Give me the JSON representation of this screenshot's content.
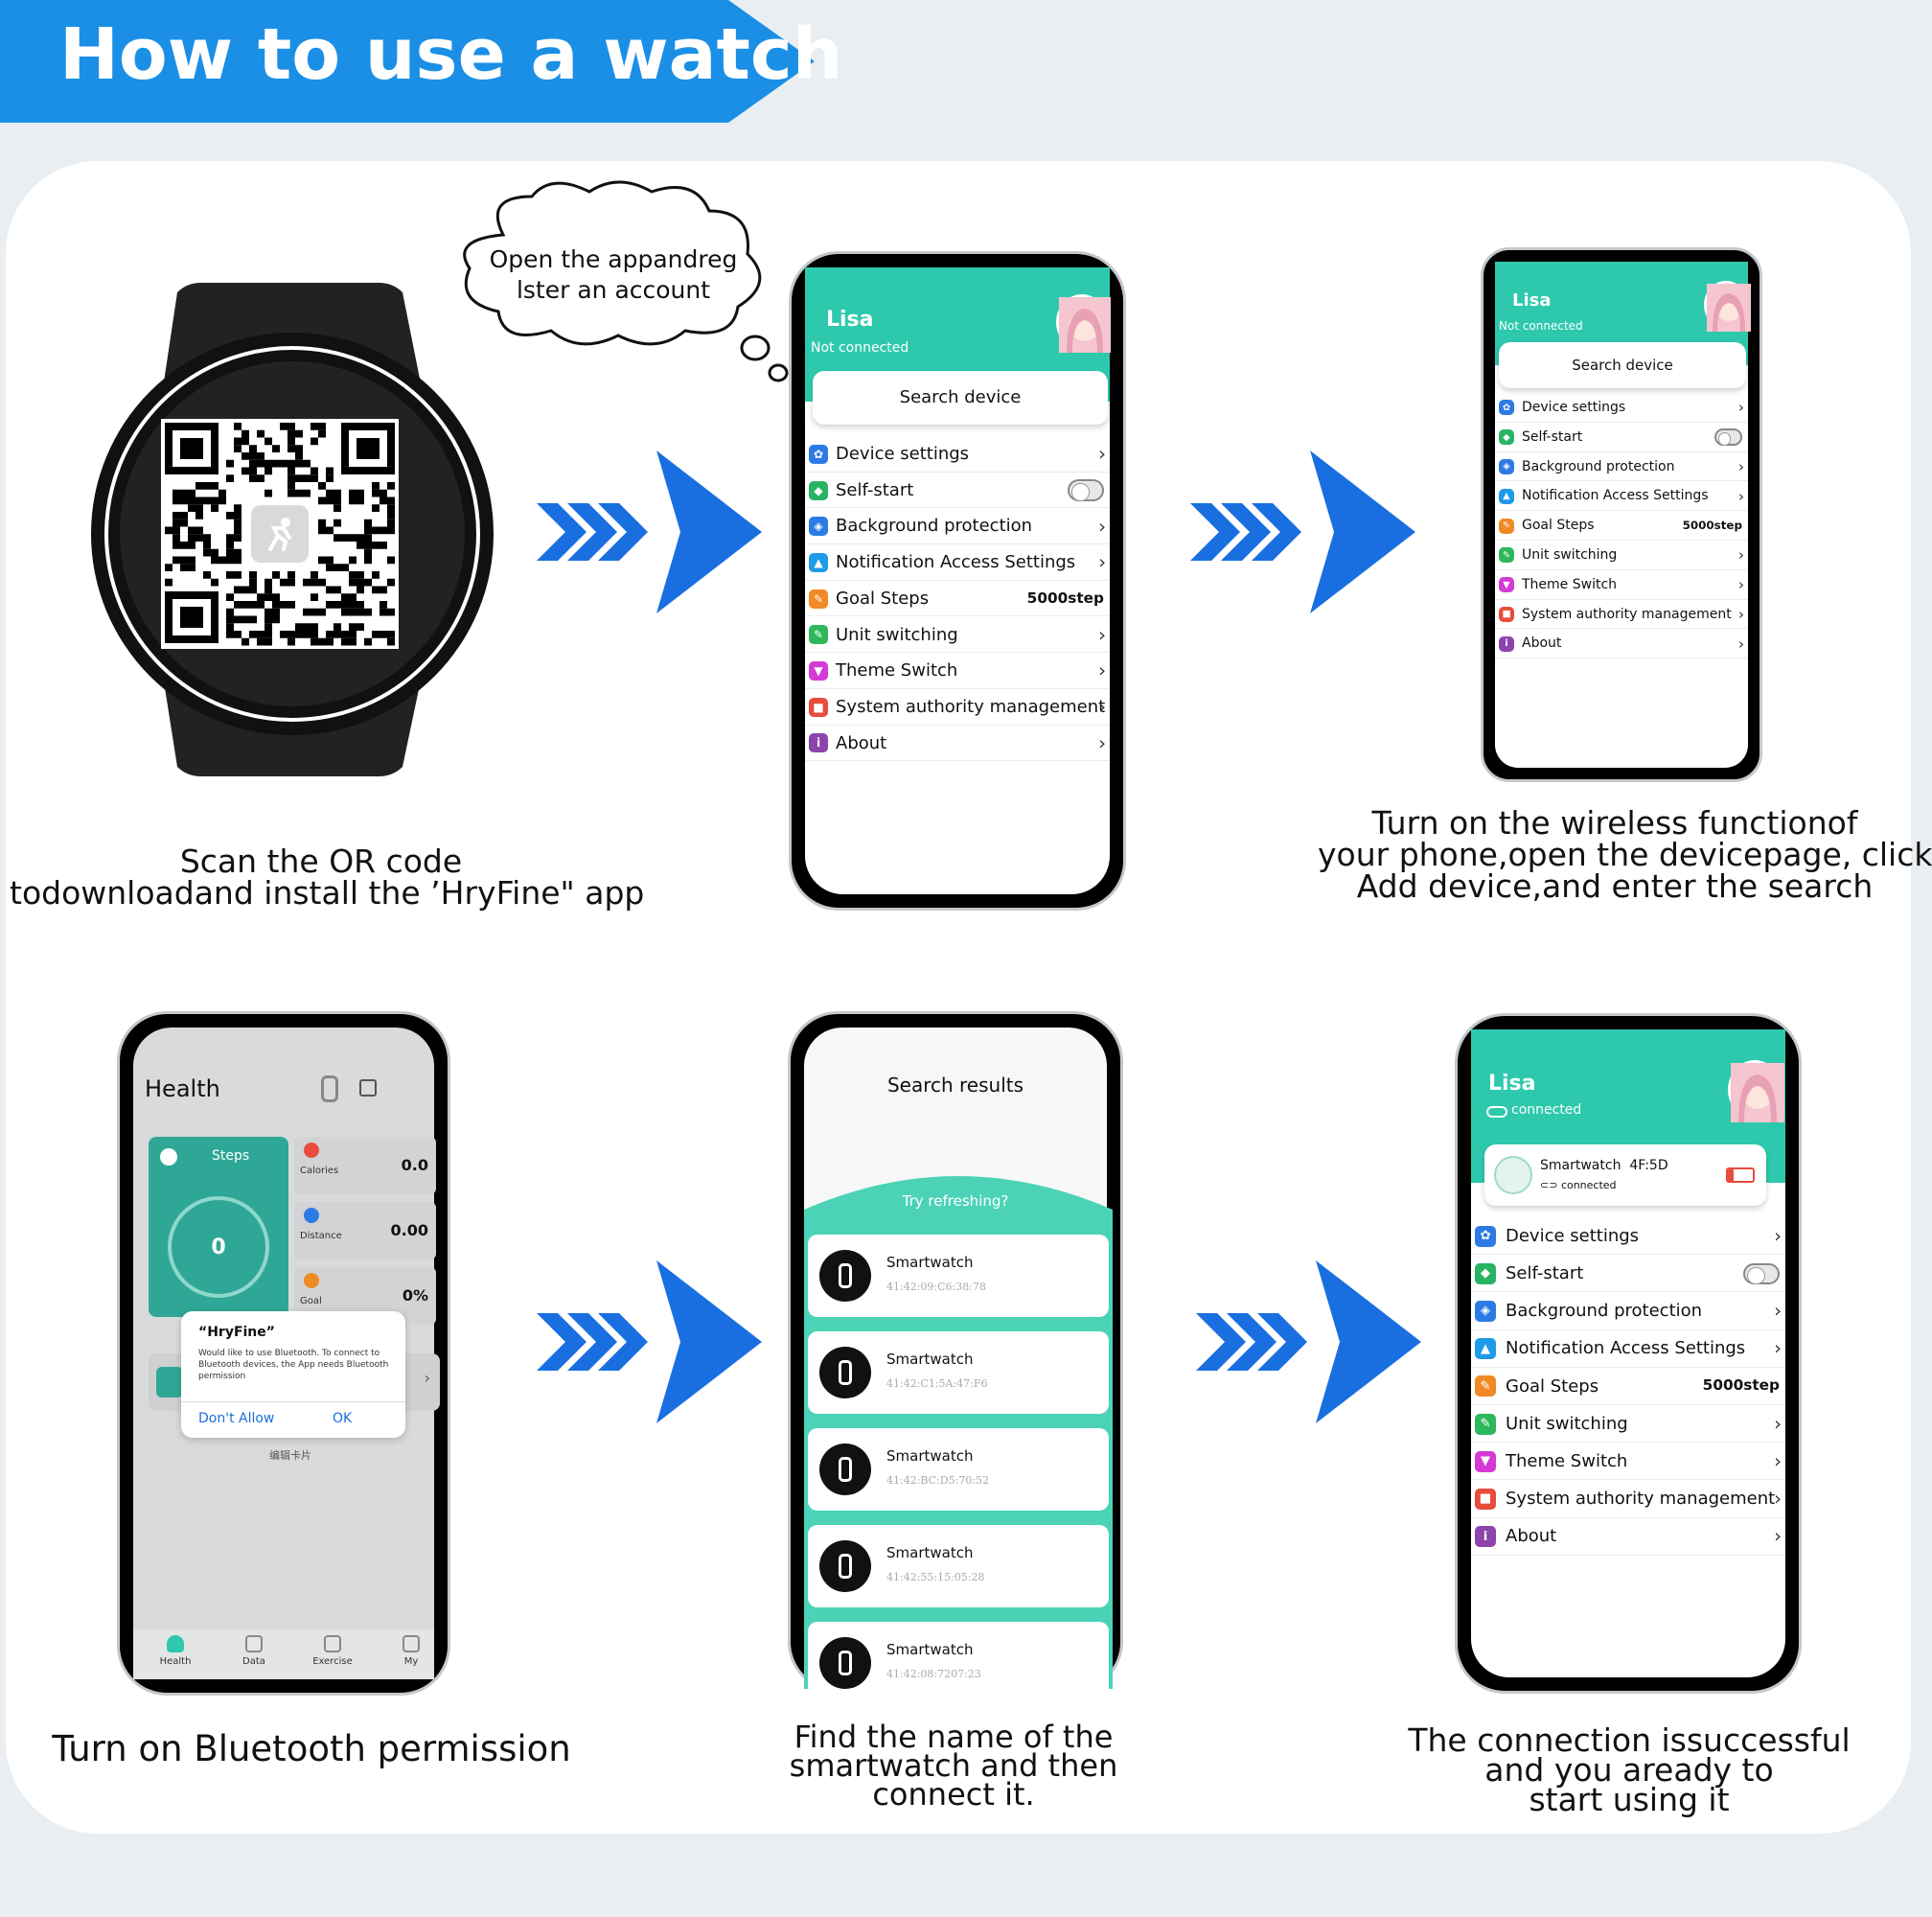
{
  "banner": {
    "title": "How to use a watch"
  },
  "thought_bubble": {
    "line1": "Open the appandreg",
    "line2": "lster an account"
  },
  "captions": {
    "step1": [
      "Scan the OR code",
      "todownloadand install the ’HryFine\" app"
    ],
    "step3": [
      "Turn on the wireless functionof",
      "your phone,open the devicepage, click",
      "Add device,and enter the search"
    ],
    "step4": [
      "Turn on Bluetooth permission"
    ],
    "step5": [
      "Find the name of the",
      "smartwatch and then",
      "connect it."
    ],
    "step6": [
      "The connection issuccessful",
      "and you aready to",
      "start using it"
    ]
  },
  "profile": {
    "name": "Lisa",
    "status_off": "Not connected",
    "status_on": "connected",
    "search_button": "Search device"
  },
  "settings_menu": [
    {
      "label": "Device settings",
      "icon": "gear-icon",
      "color": "#2c7be5",
      "trail": "chevron"
    },
    {
      "label": "Self-start",
      "icon": "cube-icon",
      "color": "#28b463",
      "trail": "toggle"
    },
    {
      "label": "Background protection",
      "icon": "shield-icon",
      "color": "#2c7be5",
      "trail": "chevron"
    },
    {
      "label": "Notification Access Settings",
      "icon": "bell-icon",
      "color": "#1e9be8",
      "trail": "chevron"
    },
    {
      "label": "Goal Steps",
      "icon": "target-icon",
      "color": "#f08a24",
      "trail": "value",
      "value": "5000step"
    },
    {
      "label": "Unit switching",
      "icon": "pencil-icon",
      "color": "#2eb85c",
      "trail": "chevron"
    },
    {
      "label": "Theme Switch",
      "icon": "shirt-icon",
      "color": "#d63ad6",
      "trail": "chevron"
    },
    {
      "label": "System authority management",
      "icon": "lock-icon",
      "color": "#e74c3c",
      "trail": "chevron"
    },
    {
      "label": "About",
      "icon": "info-icon",
      "color": "#8e44ad",
      "trail": "chevron"
    }
  ],
  "health": {
    "title": "Health",
    "steps_label": "Steps",
    "steps_value": "0",
    "stats": [
      {
        "label": "Calories",
        "value": "0.0",
        "icon": "flame-icon",
        "color": "#e74c3c"
      },
      {
        "label": "Distance",
        "value": "0.00",
        "icon": "pin-icon",
        "color": "#2c7be5"
      },
      {
        "label": "Goal",
        "value": "0%",
        "icon": "goal-icon",
        "color": "#f08a24"
      }
    ],
    "dialog": {
      "title": "“HryFine”",
      "body": "Would like to use Bluetooth. To connect to Bluetooth devices, the App needs Bluetooth permission",
      "deny": "Don't Allow",
      "ok": "OK"
    },
    "edit_card": "编辑卡片",
    "tabs": [
      "Health",
      "Data",
      "Exercise",
      "My"
    ]
  },
  "search": {
    "title": "Search results",
    "refresh": "Try refreshing?",
    "devices": [
      {
        "name": "Smartwatch",
        "mac": "41:42:09:C6:38:78"
      },
      {
        "name": "Smartwatch",
        "mac": "41:42:C1:5A:47:F6"
      },
      {
        "name": "Smartwatch",
        "mac": "41:42:BC:D5:70:52"
      },
      {
        "name": "Smartwatch",
        "mac": "41:42:55:15:05:28"
      },
      {
        "name": "Smartwatch",
        "mac": "41:42:08:7207:23"
      }
    ]
  },
  "connected_device": {
    "name": "Smartwatch",
    "id": "4F:5D",
    "status": "connected"
  },
  "colors": {
    "banner": "#1b8fe6",
    "teal": "#2ec9ad",
    "arrow": "#1a6fe0"
  }
}
